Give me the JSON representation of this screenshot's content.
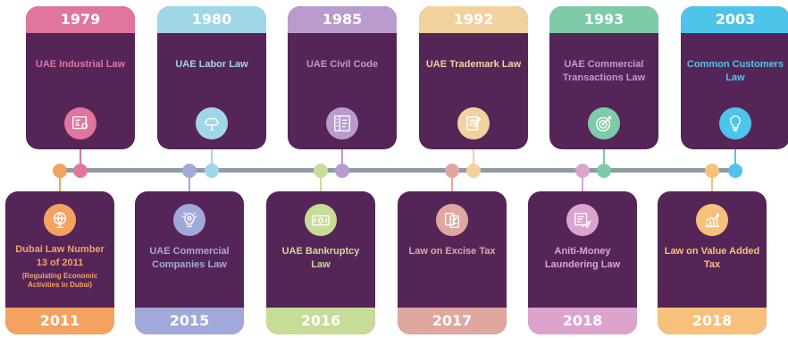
{
  "colors": {
    "card_bg": "#552557",
    "timeline": "#8d9ba4"
  },
  "top_events": [
    {
      "year": "1979",
      "label": "UAE Industrial Law",
      "color": "#e0769e",
      "icon": "document-map-icon"
    },
    {
      "year": "1980",
      "label": "UAE Labor Law",
      "color": "#9fd7e6",
      "icon": "brain-gear-icon"
    },
    {
      "year": "1985",
      "label": "UAE Civil Code",
      "color": "#b99ccd",
      "icon": "calculator-document-icon"
    },
    {
      "year": "1992",
      "label": "UAE Trademark Law",
      "color": "#f1d29e",
      "icon": "document-pen-icon"
    },
    {
      "year": "1993",
      "label": "UAE Commercial Transactions Law",
      "color": "#7dcba8",
      "icon": "target-icon"
    },
    {
      "year": "2003",
      "label": "Common Customers Law",
      "color": "#4fc4ea",
      "icon": "lightbulb-icon"
    }
  ],
  "bottom_events": [
    {
      "year": "2011",
      "label": "Dubai Law Number 13 of 2011",
      "note": "(Regulating Economic Activities in Dubai)",
      "color": "#f4a261",
      "icon": "globe-network-icon"
    },
    {
      "year": "2015",
      "label": "UAE Commercial Companies Law",
      "note": "",
      "color": "#a1a9da",
      "icon": "lightbulb-gear-icon"
    },
    {
      "year": "2016",
      "label": "UAE Bankruptcy Law",
      "note": "",
      "color": "#c7dc96",
      "icon": "banknote-icon"
    },
    {
      "year": "2017",
      "label": "Law on Excise Tax",
      "note": "",
      "color": "#dfa7a0",
      "icon": "checklist-icon"
    },
    {
      "year": "2018",
      "label": "Aniti-Money Laundering Law",
      "note": "",
      "color": "#dca4cd",
      "icon": "paper-plane-document-icon"
    },
    {
      "year": "2018",
      "label": "Law on Value Added Tax",
      "note": "",
      "color": "#f7c07b",
      "icon": "growth-chart-icon"
    }
  ]
}
